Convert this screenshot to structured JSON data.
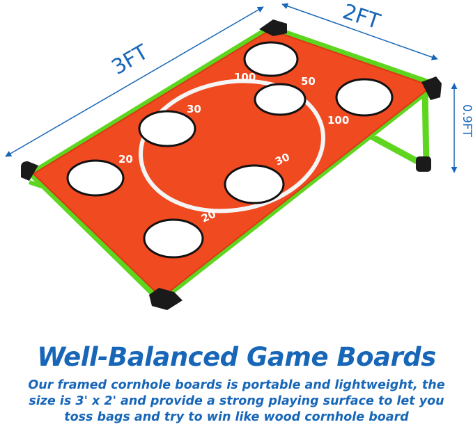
{
  "dimensions": {
    "length": "3FT",
    "width": "2FT",
    "height": "0.9FT"
  },
  "hole_scores": [
    "100",
    "50",
    "100",
    "30",
    "20",
    "30",
    "20"
  ],
  "colors": {
    "board": "#f04a21",
    "frame": "#5ed51f",
    "corner": "#1a1a1a",
    "dimension": "#1766b8"
  },
  "headline": "Well-Balanced Game Boards",
  "description_lines": [
    "Our framed cornhole boards is portable and lightweight, the",
    "size is 3' x 2' and provide a strong playing surface to let you",
    "toss bags and try to win like wood cornhole board"
  ]
}
